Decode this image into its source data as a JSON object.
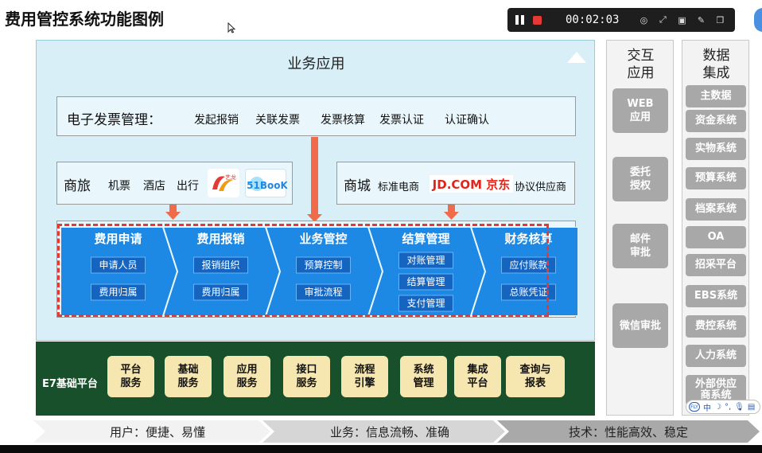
{
  "page": {
    "title": "费用管控系统功能图例"
  },
  "recorder": {
    "time": "00:02:03"
  },
  "business": {
    "title": "业务应用",
    "invoice": {
      "title": "电子发票管理：",
      "items": [
        "发起报销",
        "关联发票",
        "发票核算",
        "发票认证",
        "认证确认"
      ]
    },
    "travel": {
      "title": "商旅",
      "items": [
        "机票",
        "酒店",
        "出行"
      ],
      "logo_yilong": "艺龙",
      "logo_51book": "51BooK"
    },
    "mall": {
      "title": "商城",
      "standard": "标准电商",
      "jd_logo": "JD.COM 京东",
      "agreement": "协议供应商"
    },
    "flow": [
      {
        "label": "费用申请",
        "subs": [
          "申请人员",
          "费用归属"
        ]
      },
      {
        "label": "费用报销",
        "subs": [
          "报销组织",
          "费用归属"
        ]
      },
      {
        "label": "业务管控",
        "subs": [
          "预算控制",
          "审批流程"
        ]
      },
      {
        "label": "结算管理",
        "subs": [
          "对账管理",
          "结算管理",
          "支付管理"
        ]
      },
      {
        "label": "财务核算",
        "subs": [
          "应付账款",
          "总账凭证"
        ]
      }
    ]
  },
  "platform": {
    "label": "E7基础平台",
    "services": [
      "平台\n服务",
      "基础\n服务",
      "应用\n服务",
      "接口\n服务",
      "流程\n引擎",
      "系统\n管理",
      "集成\n平台",
      "查询与\n报表"
    ]
  },
  "interaction": {
    "title": "交互\n应用",
    "items": [
      "WEB\n应用",
      "委托\n授权",
      "邮件\n审批",
      "微信审批"
    ]
  },
  "data_integration": {
    "title": "数据\n集成",
    "items": [
      "主数据",
      "资金系统",
      "实物系统",
      "预算系统",
      "档案系统",
      "OA",
      "招采平台",
      "EBS系统",
      "费控系统",
      "人力系统",
      "外部供应\n商系统"
    ]
  },
  "ime": {
    "text": "中"
  },
  "footer": {
    "items": [
      "用户：便捷、易懂",
      "业务：信息流畅、准确",
      "技术：性能高效、稳定"
    ]
  },
  "colors": {
    "flow_blue": "#1e88e5",
    "arrow_red": "#f06b4a",
    "platform_green": "#17502a",
    "service_yellow": "#f6e7b0",
    "dashed_red": "#e53935"
  }
}
